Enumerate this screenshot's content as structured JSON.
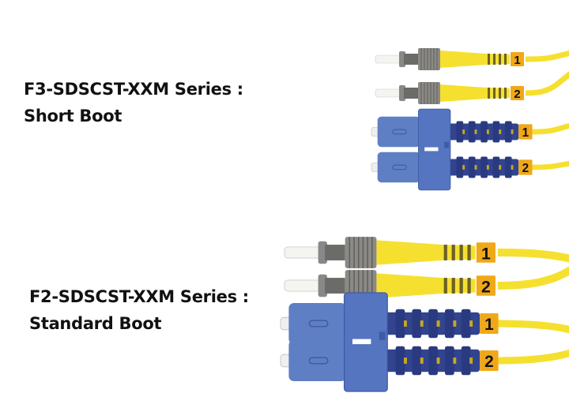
{
  "series": [
    {
      "name": "F3-SDSCST-XXM Series :",
      "boot": "Short Boot",
      "connectors": [
        {
          "type": "ST",
          "label": "1"
        },
        {
          "type": "ST",
          "label": "2"
        },
        {
          "type": "SC",
          "label": "1"
        },
        {
          "type": "SC",
          "label": "2"
        }
      ]
    },
    {
      "name": "F2-SDSCST-XXM Series :",
      "boot": "Standard Boot",
      "connectors": [
        {
          "type": "ST",
          "label": "1"
        },
        {
          "type": "ST",
          "label": "2"
        },
        {
          "type": "SC",
          "label": "1"
        },
        {
          "type": "SC",
          "label": "2"
        }
      ]
    }
  ],
  "colors": {
    "cable": "#f5e030",
    "sc_housing": "#5f7fc4",
    "sc_boot": "#32448e",
    "label": "#f0a818",
    "metal": "#7a7a78"
  }
}
